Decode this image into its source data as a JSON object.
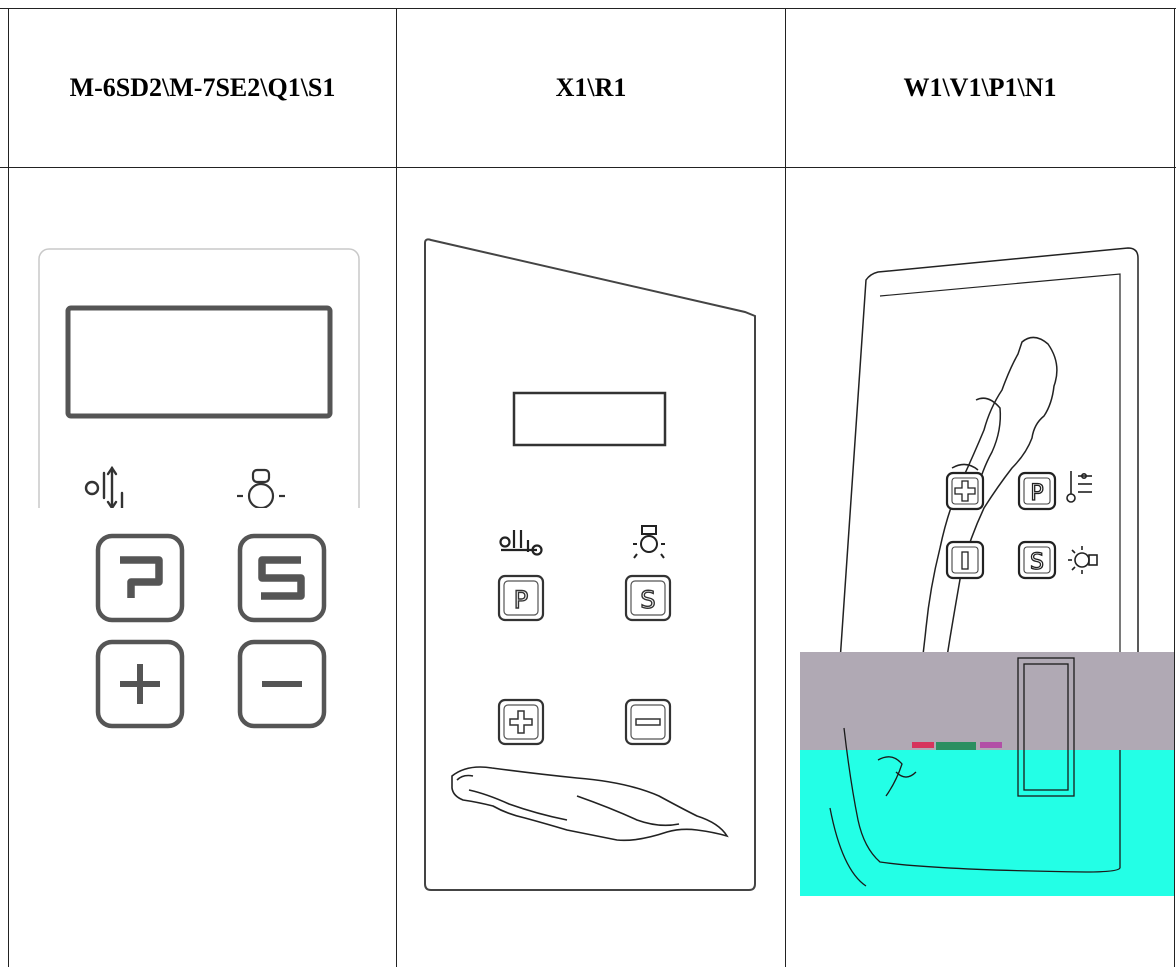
{
  "table": {
    "columns": [
      {
        "header": "M-6SD2\\M-7SE2\\Q1\\S1"
      },
      {
        "header": "X1\\R1"
      },
      {
        "header": "W1\\V1\\P1\\N1"
      }
    ]
  },
  "panel_a": {
    "keys": [
      "P",
      "S",
      "+",
      "−"
    ],
    "accent": "#d12a2a"
  },
  "panel_b": {
    "keys": [
      "P",
      "S",
      "+",
      "−"
    ]
  },
  "panel_c": {
    "keys": [
      "+",
      "P",
      "I",
      "S"
    ],
    "overlay_colors": [
      "#b0a9b4",
      "#23ffe6"
    ]
  }
}
